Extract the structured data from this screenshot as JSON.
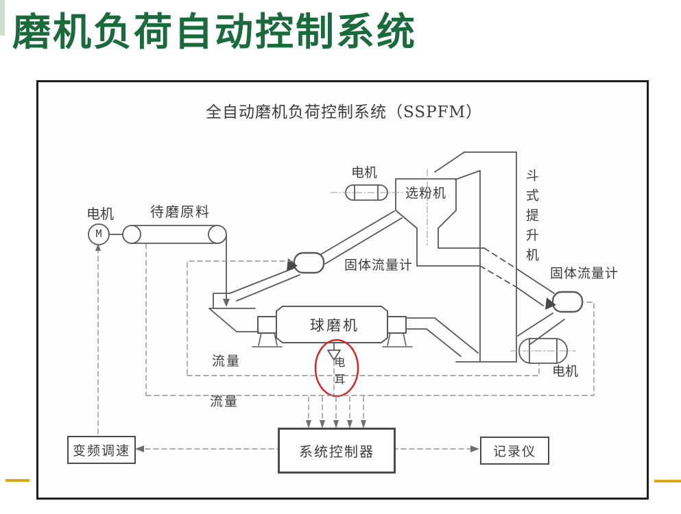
{
  "slide": {
    "title": "磨机负荷自动控制系统",
    "colors": {
      "title_green": "#1a6b3c",
      "divider_gold": "#dba617",
      "annotation_red": "#e01b1b",
      "line_gray": "#585858"
    }
  },
  "diagram": {
    "title": "全自动磨机负荷控制系统（SSPFM）",
    "labels": {
      "conveyor_motor": "电机",
      "motor_symbol": "M",
      "raw_material": "待磨原料",
      "separator_motor": "电机",
      "separator": "选粉机",
      "bucket_elevator": "斗式提升机",
      "flow_meter_left": "固体流量计",
      "flow_meter_right": "固体流量计",
      "ball_mill": "球磨机",
      "electric_ear": "电耳",
      "flow_upper": "流量",
      "flow_lower": "流量",
      "elevator_motor": "电机"
    },
    "boxes": {
      "vfd": "变频调速",
      "controller": "系统控制器",
      "recorder": "记录仪"
    }
  }
}
